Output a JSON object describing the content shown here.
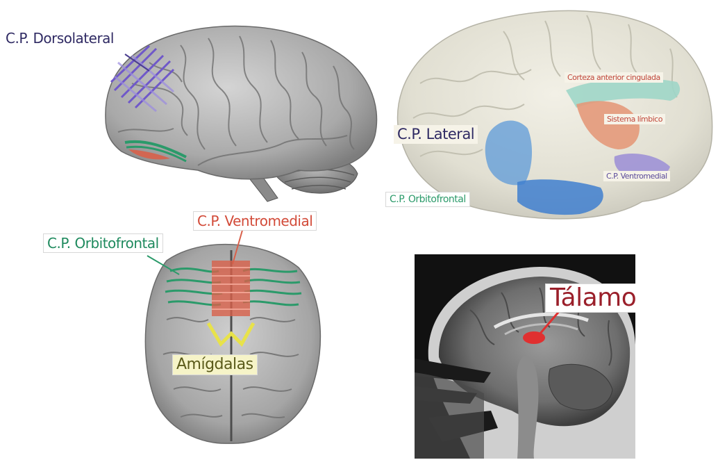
{
  "colors": {
    "dorsolateral": "#6f58c9",
    "orbitofrontal": "#2b9a6a",
    "ventromedial": "#d8604a",
    "amygdala": "#e8e24a",
    "thalamus": "#e03030",
    "lateral_blue": "#5c9ad8",
    "cingulate": "#9fd6c8",
    "limbic": "#e4997a",
    "ventromedial_purple": "#9f92d6"
  },
  "panels": {
    "lateral_brain": {
      "labels": {
        "dorsolateral": "C.P. Dorsolateral"
      }
    },
    "medial_brain": {
      "labels": {
        "anterior_cingulate": "Corteza anterior cingulada",
        "limbic_system": "Sistema límbico",
        "lateral": "C.P. Lateral",
        "ventromedial": "C.P. Ventromedial",
        "orbitofrontal": "C.P. Orbitofrontal"
      }
    },
    "ventral_brain": {
      "labels": {
        "ventromedial": "C.P. Ventromedial",
        "orbitofrontal": "C.P. Orbitofrontal",
        "amygdalae": "Amígdalas"
      }
    },
    "mri_sagittal": {
      "labels": {
        "thalamus": "Tálamo"
      }
    }
  }
}
